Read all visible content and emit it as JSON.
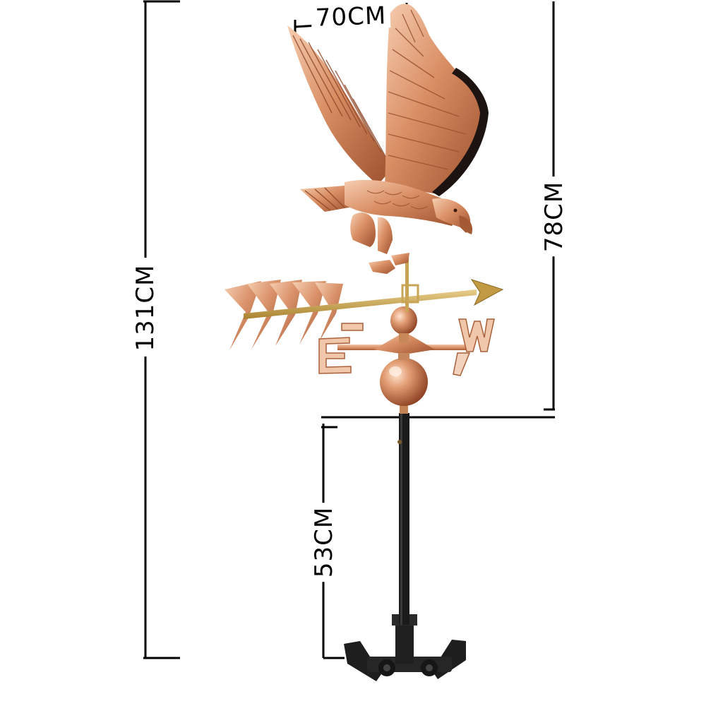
{
  "dimensions": {
    "width_label": "70CM",
    "upper_height_label": "78CM",
    "total_height_label": "131CM",
    "pole_height_label": "53CM"
  },
  "compass_letters": {
    "east": "E",
    "west": "W"
  },
  "colors": {
    "copper": "#d98d63",
    "copper_light": "#f2c3a4",
    "copper_dark": "#8a4326",
    "brass": "#c9a455",
    "pole": "#1b1b1b",
    "dimension_line": "#000000"
  }
}
